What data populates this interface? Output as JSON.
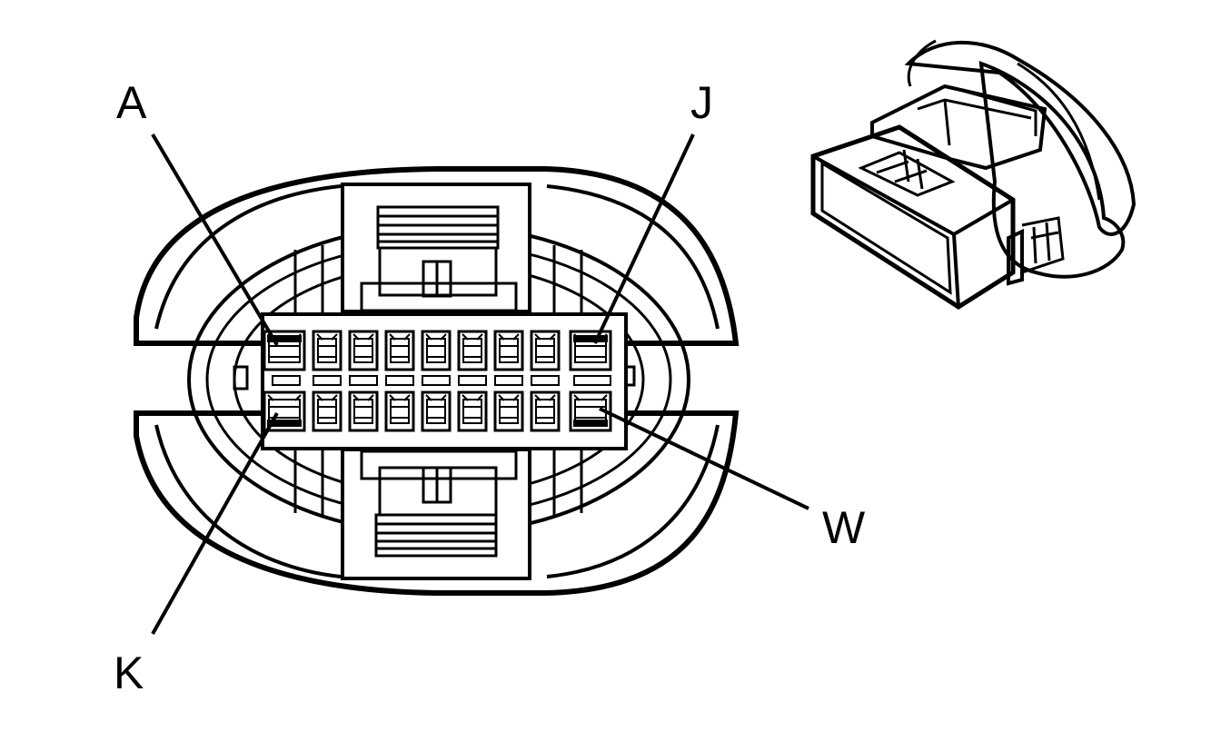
{
  "pin_labels": {
    "top_left": "A",
    "top_right": "J",
    "bottom_left": "K",
    "bottom_right": "W"
  },
  "colors": {
    "line": "#000000",
    "background": "#ffffff"
  }
}
